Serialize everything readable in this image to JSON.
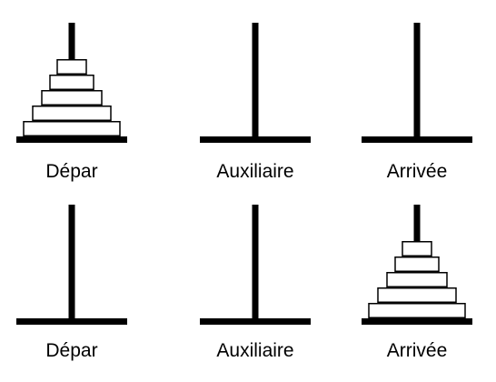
{
  "colors": {
    "peg": "#000000",
    "disk_fill": "#ffffff",
    "disk_stroke": "#000000",
    "text": "#000000"
  },
  "rows": [
    {
      "name": "initial-state",
      "pegs": [
        {
          "label": "Dépar",
          "disks": 5
        },
        {
          "label": "Auxiliaire",
          "disks": 0
        },
        {
          "label": "Arrivée",
          "disks": 0
        }
      ]
    },
    {
      "name": "final-state",
      "pegs": [
        {
          "label": "Dépar",
          "disks": 0
        },
        {
          "label": "Auxiliaire",
          "disks": 0
        },
        {
          "label": "Arrivée",
          "disks": 5
        }
      ]
    }
  ]
}
